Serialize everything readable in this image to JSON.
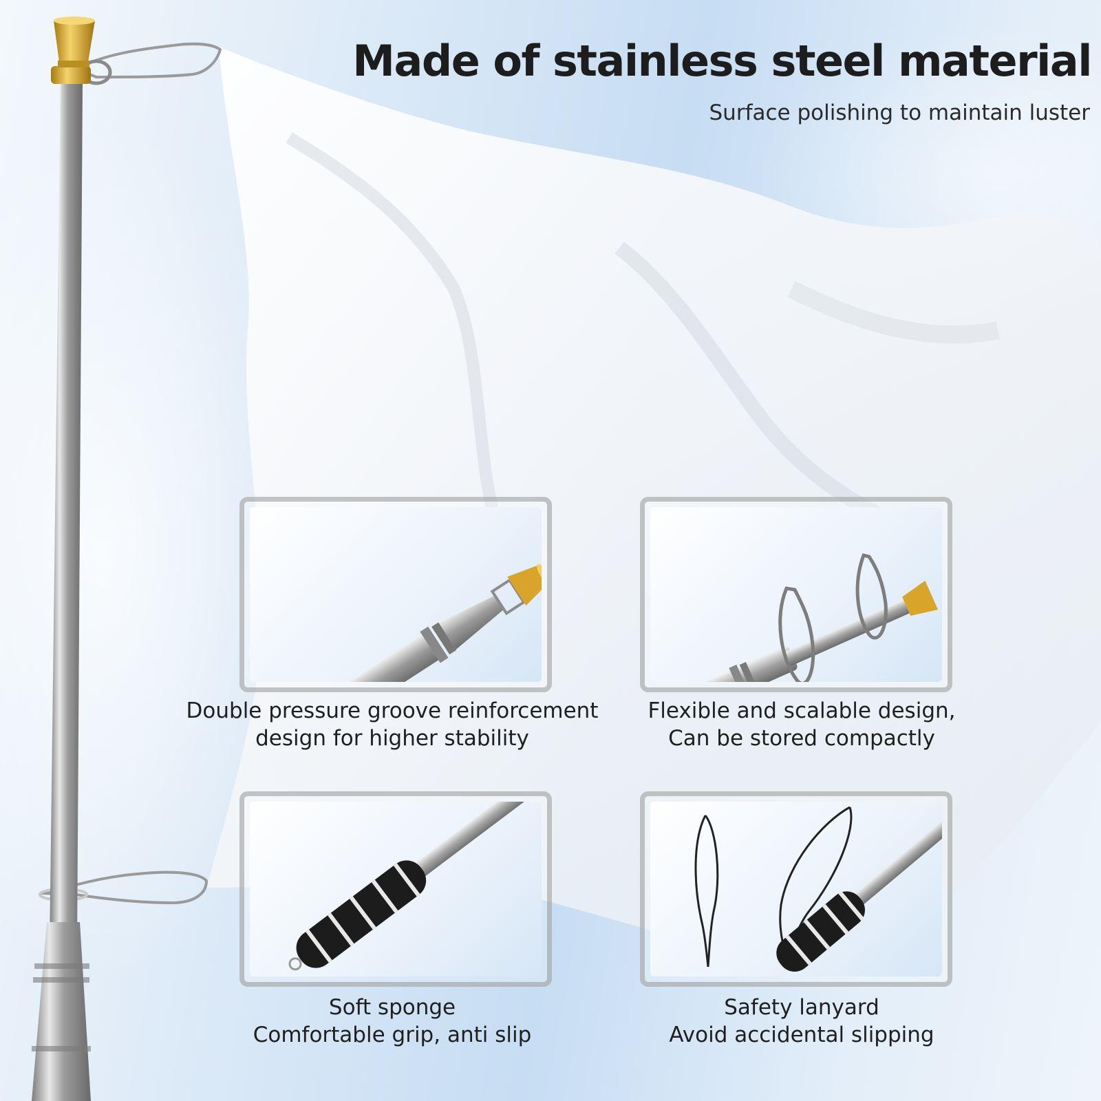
{
  "header": {
    "title": "Made of stainless steel material",
    "subtitle": "Surface polishing to maintain luster"
  },
  "features": [
    {
      "image": "pole-tip-spring-icon",
      "line1": "Double pressure groove reinforcement",
      "line2": "design for higher stability"
    },
    {
      "image": "pole-clips-icon",
      "line1": "Flexible and scalable design,",
      "line2": "Can be stored compactly"
    },
    {
      "image": "foam-grip-icon",
      "line1": "Soft sponge",
      "line2": "Comfortable grip, anti slip"
    },
    {
      "image": "lanyard-icon",
      "line1": "Safety lanyard",
      "line2": "Avoid accidental slipping"
    }
  ],
  "colors": {
    "steel": "#b5b5b5",
    "brass": "#d9a520",
    "grip": "#1a1a1a",
    "text": "#1d1d1d"
  }
}
